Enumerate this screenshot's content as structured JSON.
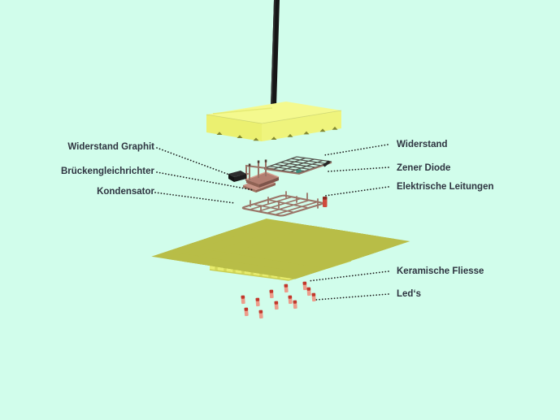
{
  "diagram": {
    "labels_left": [
      "Widerstand Graphit",
      "Brückengleichrichter",
      "Kondensator"
    ],
    "labels_right": [
      "Widerstand",
      "Zener Diode",
      "Elektrische Leitungen",
      "Keramische Fliesse",
      "Led‘s"
    ]
  },
  "colors": {
    "bg": "#D1FDEB",
    "label-color": "#2E3440",
    "housing-yellow": "#F2F78B",
    "housing-top": "#F4F98E",
    "cable-black": "#161616",
    "copper": "#9A7467",
    "trace-gray": "#55544E",
    "plate-brown": "#B27E71",
    "led-red": "#C2372B",
    "led-body": "#EC9C8A",
    "teal-component": "#3E8C7C"
  }
}
